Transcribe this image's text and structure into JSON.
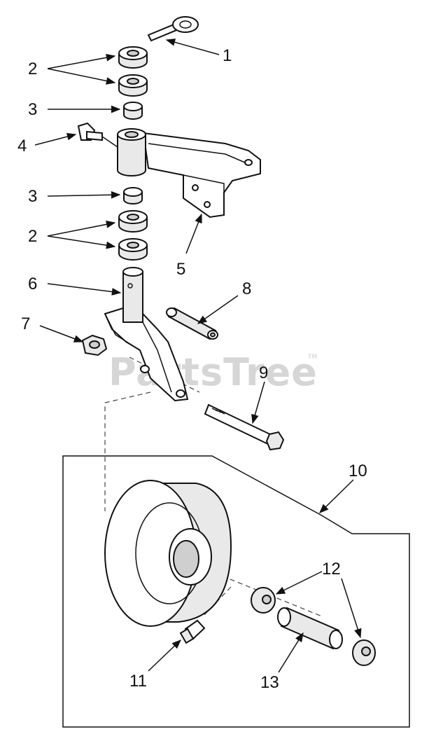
{
  "watermark": {
    "text": "PartsTree",
    "trademark": "TM"
  },
  "callouts": [
    "1",
    "2",
    "2",
    "3",
    "4",
    "3",
    "2",
    "2",
    "5",
    "6",
    "7",
    "8",
    "9",
    "10",
    "11",
    "12",
    "13"
  ],
  "colors": {
    "line": "#111111",
    "shade": "#e9e9e9",
    "watermark": "#d6d6d6"
  }
}
